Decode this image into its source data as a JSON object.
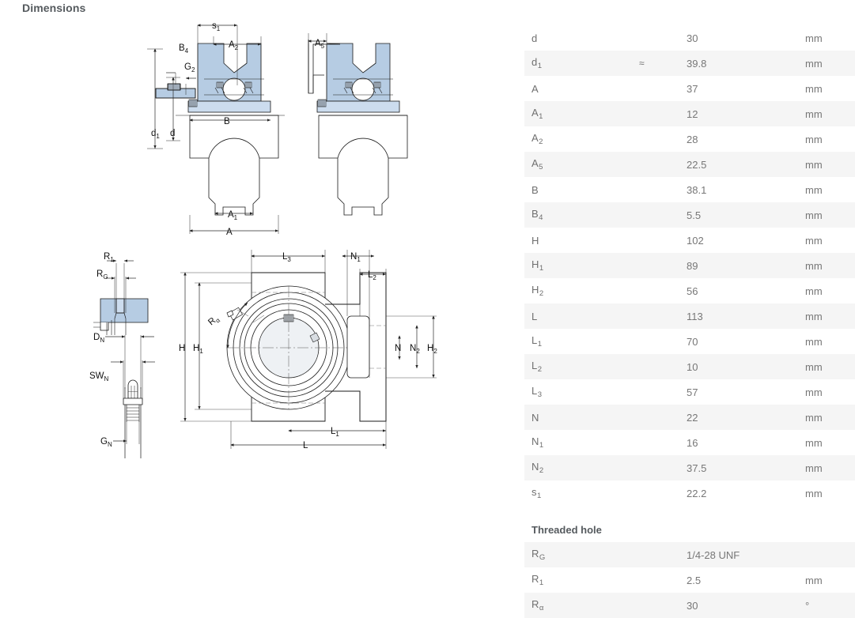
{
  "page": {
    "title": "Dimensions"
  },
  "table": {
    "rows": [
      {
        "label": "d",
        "sub": "",
        "approx": "",
        "value": "30",
        "unit": "mm"
      },
      {
        "label": "d",
        "sub": "1",
        "approx": "≈",
        "value": "39.8",
        "unit": "mm"
      },
      {
        "label": "A",
        "sub": "",
        "approx": "",
        "value": "37",
        "unit": "mm"
      },
      {
        "label": "A",
        "sub": "1",
        "approx": "",
        "value": "12",
        "unit": "mm"
      },
      {
        "label": "A",
        "sub": "2",
        "approx": "",
        "value": "28",
        "unit": "mm"
      },
      {
        "label": "A",
        "sub": "5",
        "approx": "",
        "value": "22.5",
        "unit": "mm"
      },
      {
        "label": "B",
        "sub": "",
        "approx": "",
        "value": "38.1",
        "unit": "mm"
      },
      {
        "label": "B",
        "sub": "4",
        "approx": "",
        "value": "5.5",
        "unit": "mm"
      },
      {
        "label": "H",
        "sub": "",
        "approx": "",
        "value": "102",
        "unit": "mm"
      },
      {
        "label": "H",
        "sub": "1",
        "approx": "",
        "value": "89",
        "unit": "mm"
      },
      {
        "label": "H",
        "sub": "2",
        "approx": "",
        "value": "56",
        "unit": "mm"
      },
      {
        "label": "L",
        "sub": "",
        "approx": "",
        "value": "113",
        "unit": "mm"
      },
      {
        "label": "L",
        "sub": "1",
        "approx": "",
        "value": "70",
        "unit": "mm"
      },
      {
        "label": "L",
        "sub": "2",
        "approx": "",
        "value": "10",
        "unit": "mm"
      },
      {
        "label": "L",
        "sub": "3",
        "approx": "",
        "value": "57",
        "unit": "mm"
      },
      {
        "label": "N",
        "sub": "",
        "approx": "",
        "value": "22",
        "unit": "mm"
      },
      {
        "label": "N",
        "sub": "1",
        "approx": "",
        "value": "16",
        "unit": "mm"
      },
      {
        "label": "N",
        "sub": "2",
        "approx": "",
        "value": "37.5",
        "unit": "mm"
      },
      {
        "label": "s",
        "sub": "1",
        "approx": "",
        "value": "22.2",
        "unit": "mm"
      }
    ],
    "threaded_hole": {
      "title": "Threaded hole",
      "rows": [
        {
          "label": "R",
          "sub": "G",
          "approx": "",
          "value": "1/4-28 UNF",
          "unit": ""
        },
        {
          "label": "R",
          "sub": "1",
          "approx": "",
          "value": "2.5",
          "unit": "mm"
        },
        {
          "label": "R",
          "sub": "α",
          "approx": "",
          "value": "30",
          "unit": "°"
        }
      ]
    }
  },
  "drawings": {
    "labels": {
      "s1": "s",
      "s1sub": "1",
      "A2": "A",
      "A2sub": "2",
      "A5": "A",
      "A5sub": "5",
      "B4": "B",
      "B4sub": "4",
      "G2": "G",
      "G2sub": "2",
      "B": "B",
      "A": "A",
      "A1": "A",
      "A1sub": "1",
      "d": "d",
      "d1": "d",
      "d1sub": "1",
      "R1": "R",
      "R1sub": "1",
      "RG": "R",
      "RGsub": "G",
      "DN": "D",
      "DNsub": "N",
      "SWN": "SW",
      "SWNsub": "N",
      "GN": "G",
      "GNsub": "N",
      "L": "L",
      "L1": "L",
      "L1sub": "1",
      "L2": "L",
      "L2sub": "2",
      "L3": "L",
      "L3sub": "3",
      "N": "N",
      "N1": "N",
      "N1sub": "1",
      "N2": "N",
      "N2sub": "2",
      "H": "H",
      "H1": "H",
      "H1sub": "1",
      "H2": "H",
      "H2sub": "2",
      "Ralpha": "R",
      "Ralphasub": "α"
    },
    "colors": {
      "body_fill": "#b6cce3",
      "body_fill_light": "#ccdcee",
      "line": "#1a1a1a",
      "dim_line": "#3a3a3a",
      "bearing_fill": "#e8ecef"
    }
  }
}
